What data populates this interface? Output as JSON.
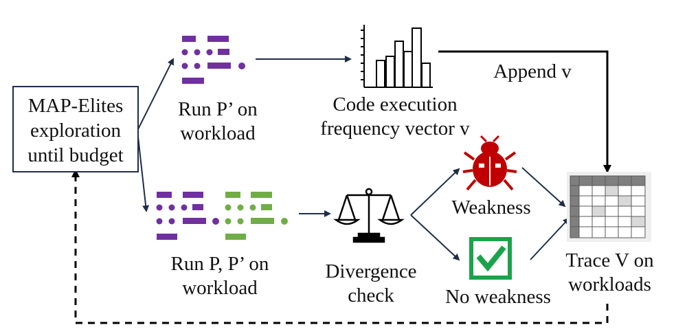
{
  "nodes": {
    "map_elites": {
      "lines": [
        "MAP-Elites",
        "exploration",
        "until budget"
      ]
    },
    "run_p_prime": {
      "lines": [
        "Run P’ on",
        "workload"
      ]
    },
    "code_freq": {
      "lines": [
        "Code execution",
        "frequency vector v"
      ]
    },
    "run_p_pprime": {
      "lines": [
        "Run P, P’ on",
        "workload"
      ]
    },
    "divergence": {
      "lines": [
        "Divergence",
        "check"
      ]
    },
    "weakness": {
      "label": "Weakness"
    },
    "no_weakness": {
      "label": "No weakness"
    },
    "trace": {
      "lines": [
        "Trace V on",
        "workloads"
      ]
    }
  },
  "edges": {
    "append": {
      "label": "Append v"
    }
  },
  "colors": {
    "purple": "#7030a0",
    "green": "#70ad47",
    "bug_red": "#c00000",
    "check_green": "#1aa34a",
    "arrow": "#1f2d4a",
    "grid_dark": "#7f7f7f",
    "grid_light": "#d9d9d9"
  },
  "icons": [
    "code-icon",
    "histogram-icon",
    "scale-icon",
    "bug-icon",
    "checkmark-icon",
    "table-icon"
  ]
}
